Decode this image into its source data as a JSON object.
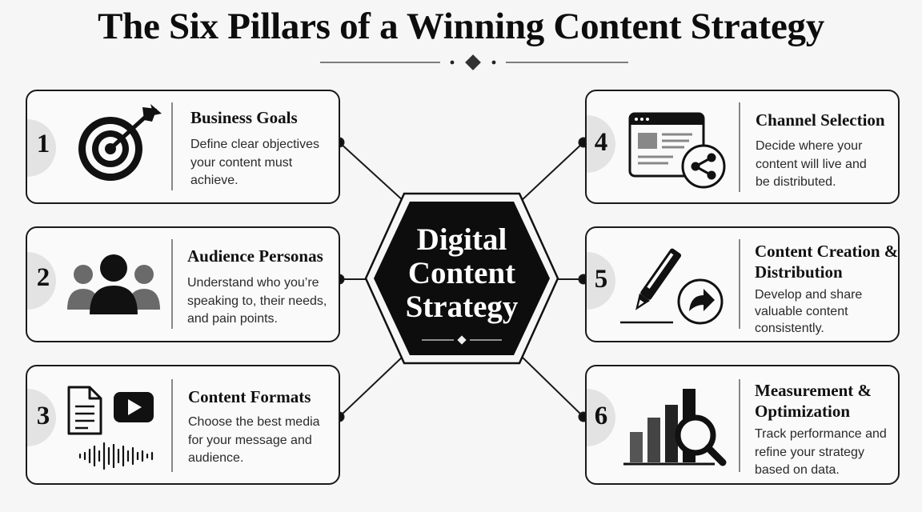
{
  "title": "The Six Pillars of a Winning Content Strategy",
  "center": {
    "line1": "Digital",
    "line2": "Content",
    "line3": "Strategy"
  },
  "pillars": [
    {
      "number": "1",
      "title": "Business Goals",
      "desc": [
        "Define clear objectives",
        "your content must",
        "achieve."
      ],
      "icon": "target-arrow-icon"
    },
    {
      "number": "2",
      "title": "Audience Personas",
      "desc": [
        "Understand who you’re",
        "speaking to, their needs,",
        "and pain points."
      ],
      "icon": "user-group-icon"
    },
    {
      "number": "3",
      "title": "Content Formats",
      "desc": [
        "Choose the best media",
        "for your message and",
        "audience."
      ],
      "icon": "media-formats-icon"
    },
    {
      "number": "4",
      "title": "Channel Selection",
      "desc": [
        "Decide where your",
        "content will live and",
        "be distributed."
      ],
      "icon": "browser-share-icon"
    },
    {
      "number": "5",
      "title": [
        "Content Creation &",
        "Distribution"
      ],
      "desc": [
        "Develop and share",
        "valuable content",
        "consistently."
      ],
      "icon": "pen-share-icon"
    },
    {
      "number": "6",
      "title": [
        "Measurement &",
        "Optimization"
      ],
      "desc": [
        "Track performance and",
        "refine your strategy",
        "based on data."
      ],
      "icon": "bar-chart-magnifier-icon"
    }
  ]
}
